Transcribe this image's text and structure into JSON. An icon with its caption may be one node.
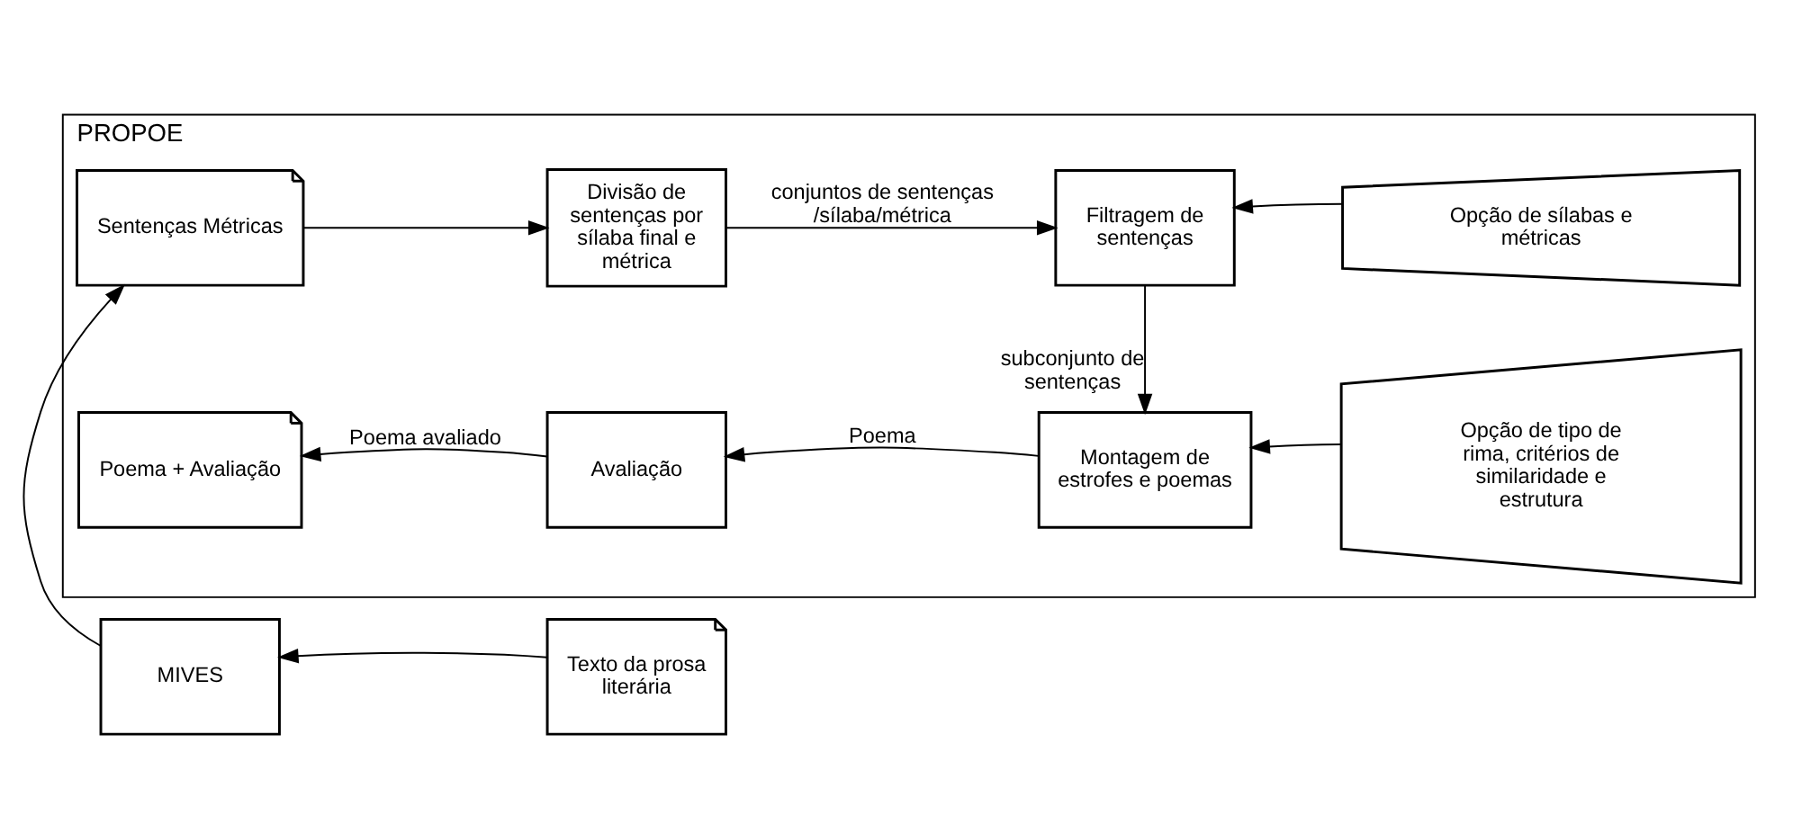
{
  "diagram": {
    "nodes": [
      {
        "text": [
          "MIVES"
        ]
      },
      {
        "text": [
          "Texto da prosa literária"
        ]
      },
      {
        "text": [
          "PROPOE"
        ]
      },
      {
        "text": [
          "Sentenças Métricas"
        ],
        "in": 2
      },
      {
        "text": [
          "Divisão de sentenças por sílaba final e métrica"
        ],
        "in": 2
      },
      {
        "text": [
          "Filtragem de sentenças"
        ],
        "in": 2
      },
      {
        "text": [
          "Opção de sílabas e métricas"
        ],
        "in": 2
      },
      {
        "text": [
          "Poema + Avaliação"
        ],
        "in": 2
      },
      {
        "text": [
          "Avaliação"
        ],
        "in": 2
      },
      {
        "text": [
          "Montagem de estrofes e poemas"
        ],
        "in": 2
      },
      {
        "text": [
          "Opção de tipo de rima, critérios de similaridade e estrutura"
        ],
        "in": 2
      }
    ],
    "edges": [
      {
        "from": 1,
        "to": 0,
        "arrow": "to"
      },
      {
        "from": 0,
        "to": 3,
        "arrow": "to"
      },
      {
        "from": 3,
        "to": 4,
        "arrow": "to"
      },
      {
        "from": 4,
        "to": 5,
        "arrow": "to",
        "label": "conjuntos de sentenças/sílaba/métrica"
      },
      {
        "from": 6,
        "to": 5,
        "arrow": "to"
      },
      {
        "from": 5,
        "to": 9,
        "arrow": "to",
        "label": "subconjunto de sentenças"
      },
      {
        "from": 10,
        "to": 9,
        "arrow": "to"
      },
      {
        "from": 9,
        "to": 8,
        "arrow": "to",
        "label": "Poema"
      },
      {
        "from": 8,
        "to": 7,
        "arrow": "to",
        "label": "Poema avaliado"
      }
    ]
  }
}
